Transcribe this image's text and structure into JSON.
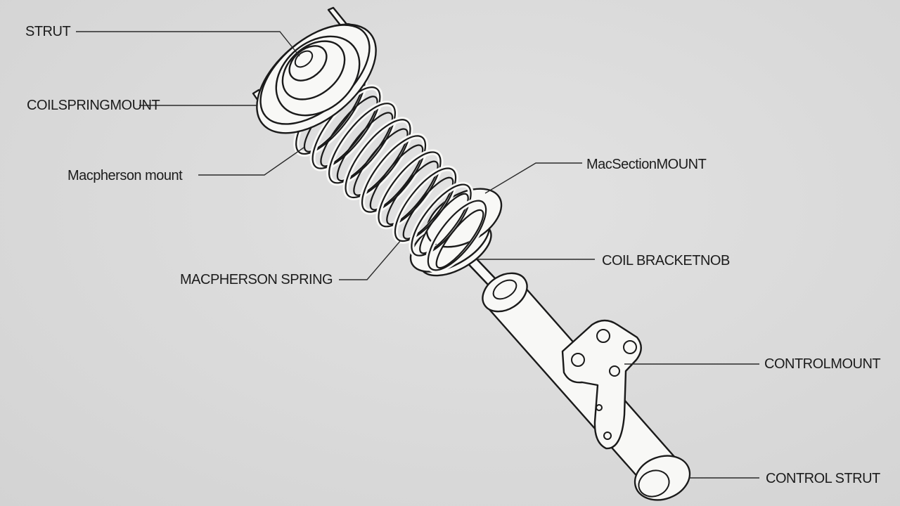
{
  "labels": {
    "strut": "STRUT",
    "coil_spring_mount": "COILSPRINGMOUNT",
    "macpherson_mount": "Macpherson mount",
    "macpherson_spring": "MACPHERSON SPRING",
    "mac_section_mount": "MacSectionMOUNT",
    "coil_bracket": "COIL BRACKETNOB",
    "control_arm_mount": "CONTROLMOUNT",
    "control_strut": "CONTROL STRUT"
  },
  "colors": {
    "background": "#dadada",
    "line": "#1a1a1a",
    "part_fill": "#f8f8f6"
  }
}
